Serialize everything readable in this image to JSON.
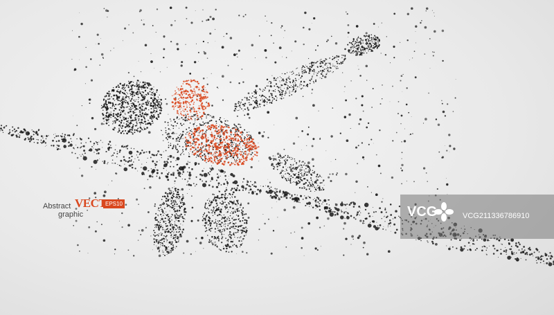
{
  "label": {
    "abstract": "Abstract",
    "vector": "VECTOR",
    "eps": "EPS10",
    "graphic": "graphic"
  },
  "watermark": {
    "logo": "VCG",
    "id": "VCG211336786910"
  },
  "colors": {
    "particle": "#1a1a1a",
    "accent": "#d9481f",
    "background": "#ececec"
  }
}
